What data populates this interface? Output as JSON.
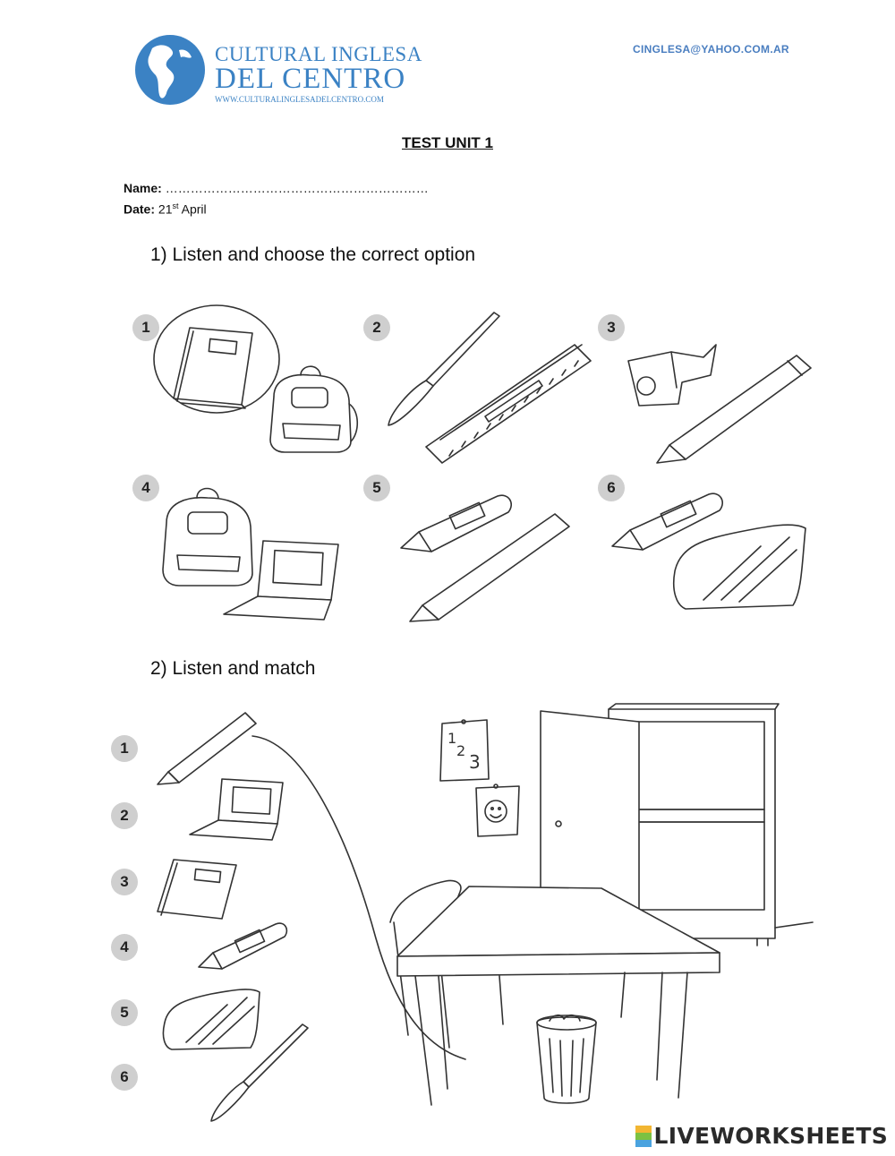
{
  "header": {
    "logo_line1": "CULTURAL INGLESA",
    "logo_line2": "DEL CENTRO",
    "logo_url": "WWW.CULTURALINGLESADELCENTRO.COM",
    "email": "CINGLESA@YAHOO.COM.AR",
    "brand_color": "#3b82c4"
  },
  "title": "TEST UNIT 1",
  "student": {
    "name_label": "Name:",
    "name_value": "………………………………………………………",
    "date_label": "Date:",
    "date_day": "21",
    "date_sup": "st",
    "date_month": "April"
  },
  "question1": {
    "heading": "1)  Listen and choose the correct option",
    "items": [
      {
        "number": "1",
        "objects": [
          "notebook-icon",
          "backpack-icon"
        ],
        "circled": "notebook-icon"
      },
      {
        "number": "2",
        "objects": [
          "pen-icon",
          "ruler-icon"
        ]
      },
      {
        "number": "3",
        "objects": [
          "sharpener-icon",
          "pencil-icon"
        ]
      },
      {
        "number": "4",
        "objects": [
          "backpack-icon",
          "laptop-icon"
        ]
      },
      {
        "number": "5",
        "objects": [
          "marker-icon",
          "pencil-icon"
        ]
      },
      {
        "number": "6",
        "objects": [
          "marker-icon",
          "pencil-case-icon"
        ]
      }
    ]
  },
  "question2": {
    "heading": "2)  Listen and match",
    "items": [
      {
        "number": "1",
        "object": "pencil-icon"
      },
      {
        "number": "2",
        "object": "laptop-icon"
      },
      {
        "number": "3",
        "object": "notebook-icon"
      },
      {
        "number": "4",
        "object": "marker-icon"
      },
      {
        "number": "5",
        "object": "pencil-case-icon"
      },
      {
        "number": "6",
        "object": "pen-icon"
      }
    ],
    "scene_objects": [
      "cupboard-icon",
      "desk-icon",
      "chair-icon",
      "wastebasket-icon",
      "poster-icon",
      "smiley-poster-icon"
    ],
    "poster_text": "1 2 3"
  },
  "footer": {
    "brand": "LIVEWORKSHEETS"
  }
}
